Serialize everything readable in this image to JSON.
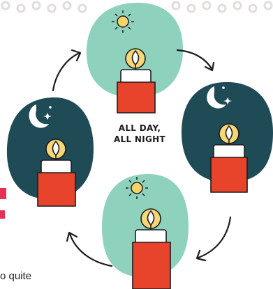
{
  "center_label": {
    "line1": "ALL DAY,",
    "line2": "ALL NIGHT"
  },
  "cut_off_text": "o quite",
  "colors": {
    "day_blob": "#8ed2be",
    "night_blob": "#1e4b56",
    "candle_red": "#e8442c",
    "candle_white": "#ffffff",
    "flame_glow": "#f5d776",
    "sun": "#f3d36a",
    "moon": "#ffffff",
    "ink": "#1c1c1c",
    "pattern": "#e2dcdb",
    "edge_accent": "#e5304f"
  },
  "phases": [
    {
      "name": "day",
      "icon": "sun-icon"
    },
    {
      "name": "night",
      "icon": "moon-icon"
    },
    {
      "name": "day",
      "icon": "sun-icon"
    },
    {
      "name": "night",
      "icon": "moon-icon"
    }
  ],
  "arrows": [
    "arrow-top-right-icon",
    "arrow-bottom-right-icon",
    "arrow-bottom-left-icon",
    "arrow-top-left-icon"
  ]
}
